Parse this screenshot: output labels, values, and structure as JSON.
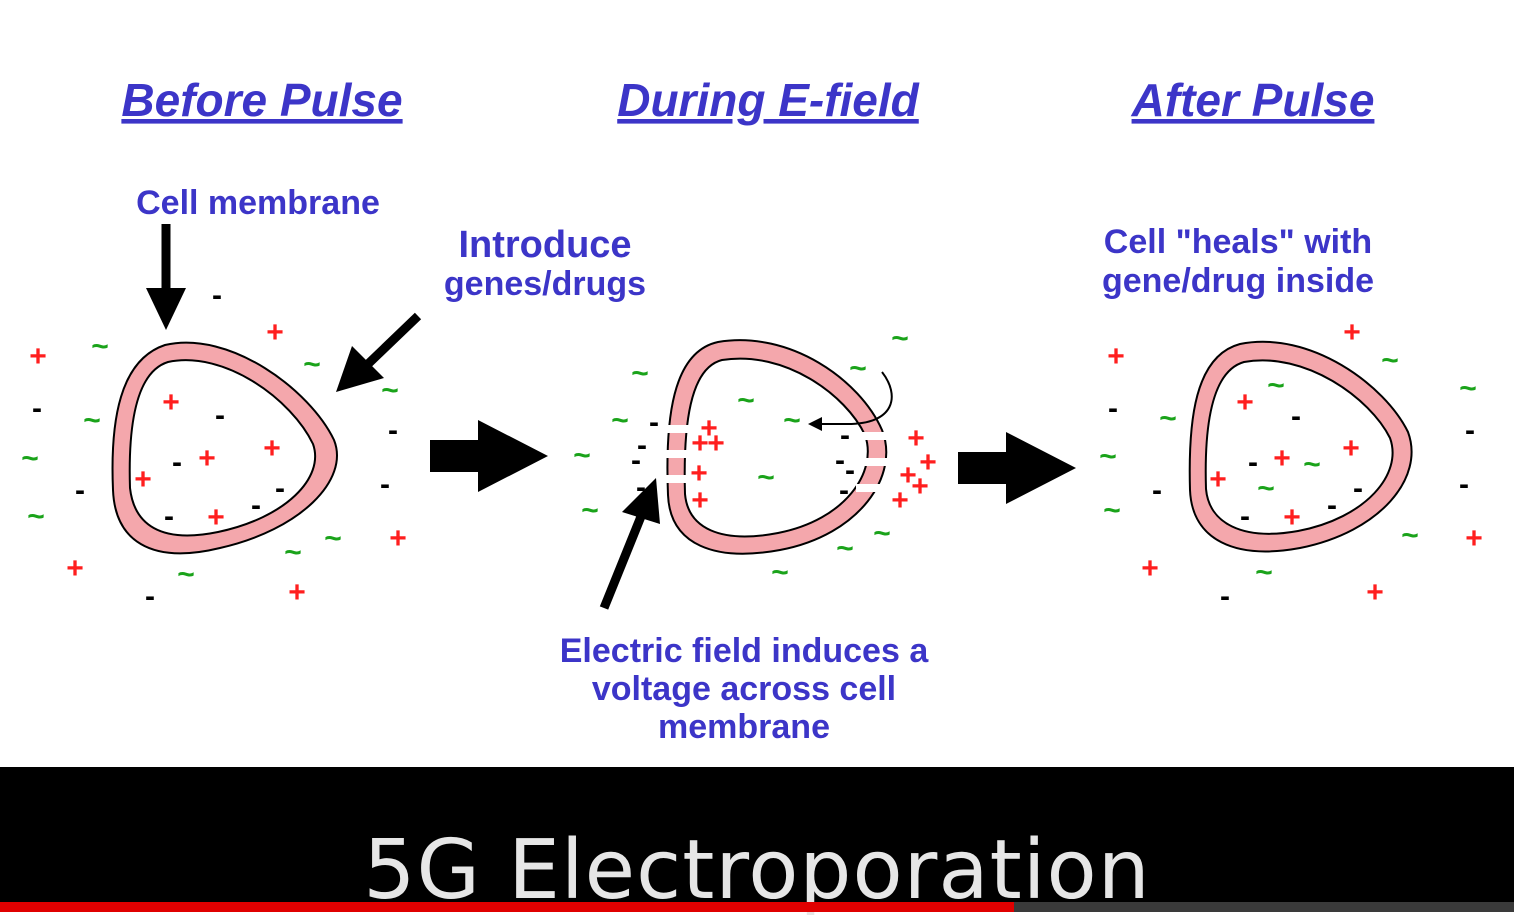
{
  "colors": {
    "label_blue": "#3c35c8",
    "plus_red": "#ff1e1e",
    "tilde_green": "#1aa31a",
    "minus_black": "#000000",
    "membrane_fill": "#f4a7ac",
    "membrane_stroke": "#000000",
    "caption_bg": "#000000",
    "caption_text": "#e6e6e6",
    "progress": "#e00000"
  },
  "symbols": {
    "plus": "+",
    "minus": "-",
    "tilde": "~"
  },
  "headings": {
    "before": "Before Pulse",
    "during": "During E-field",
    "after": "After Pulse"
  },
  "annotations": {
    "cell_membrane": "Cell membrane",
    "introduce_line1": "Introduce",
    "introduce_line2": "genes/drugs",
    "heals_line1": "Cell \"heals\" with",
    "heals_line2": "gene/drug inside",
    "efield_line1": "Electric field induces a",
    "efield_line2": "voltage across cell",
    "efield_line3": "membrane"
  },
  "caption": {
    "title": "5G Electroporation"
  },
  "video": {
    "progress_fraction": 0.67
  }
}
